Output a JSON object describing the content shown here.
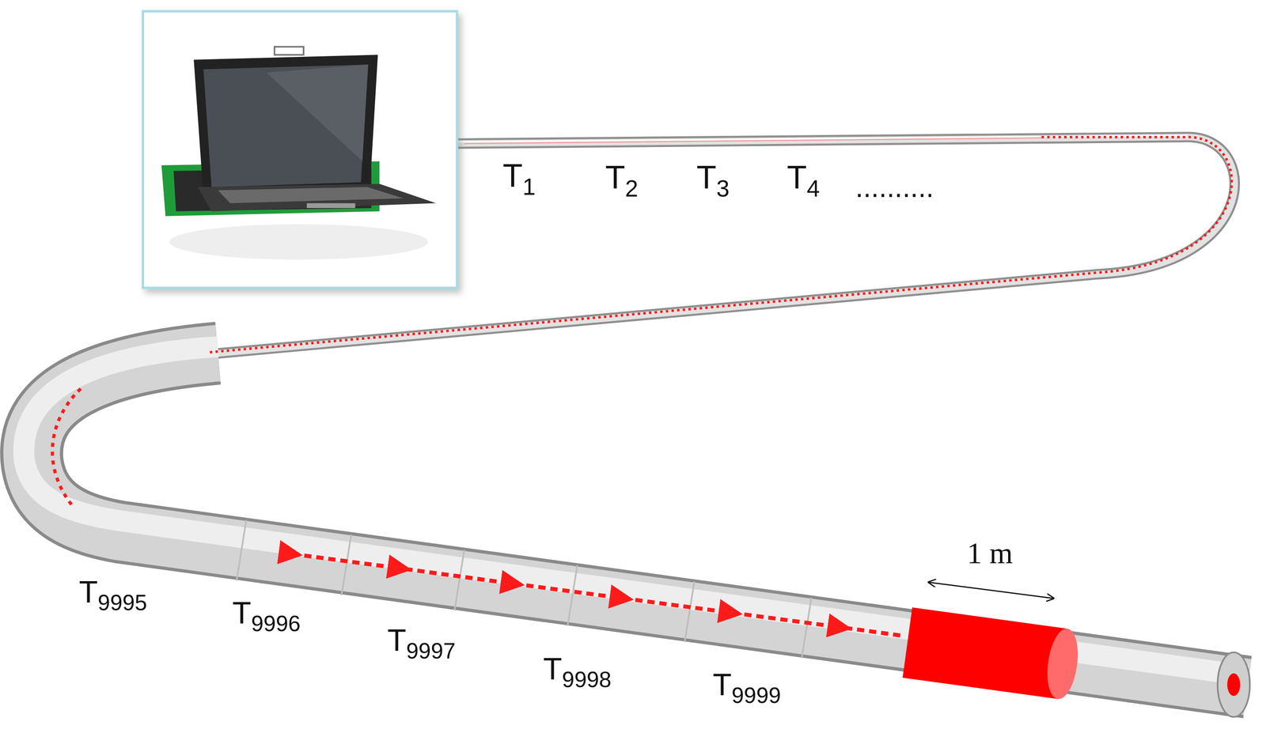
{
  "diagram": {
    "labels": [
      "T1",
      "T2",
      "T3",
      "T4",
      "..........",
      "T9995",
      "T9996",
      "T9997",
      "T9998",
      "T9999",
      "1 m"
    ]
  }
}
